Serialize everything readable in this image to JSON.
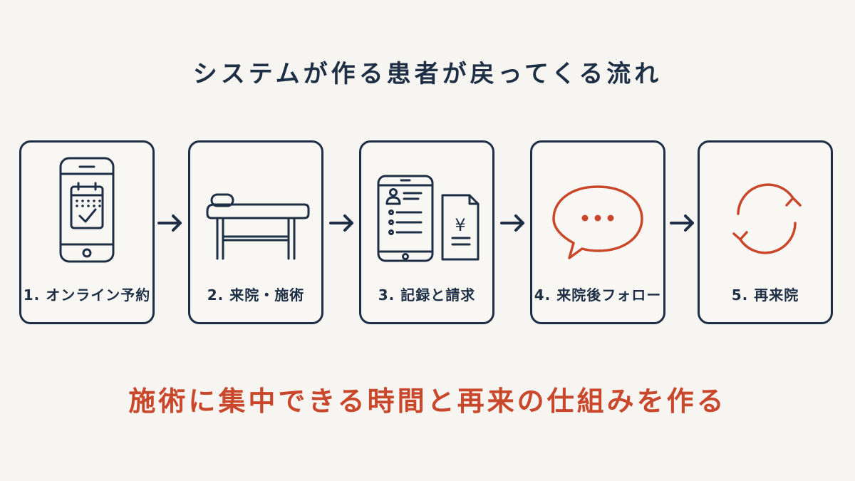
{
  "title": "システムが作る患者が戻ってくる流れ",
  "steps": [
    {
      "label": "1. オンライン予約",
      "icon": "smartphone-calendar-icon"
    },
    {
      "label": "2. 来院・施術",
      "icon": "treatment-bed-icon"
    },
    {
      "label": "3. 記録と請求",
      "icon": "tablet-record-invoice-icon"
    },
    {
      "label": "4. 来院後フォロー",
      "icon": "speech-bubble-icon"
    },
    {
      "label": "5. 再来院",
      "icon": "refresh-cycle-icon"
    }
  ],
  "invoice_symbol": "¥",
  "tagline": "施術に集中できる時間と再来の仕組みを作る",
  "colors": {
    "navy": "#1e2f45",
    "accent": "#c9472a",
    "background": "#f6f5f1"
  }
}
